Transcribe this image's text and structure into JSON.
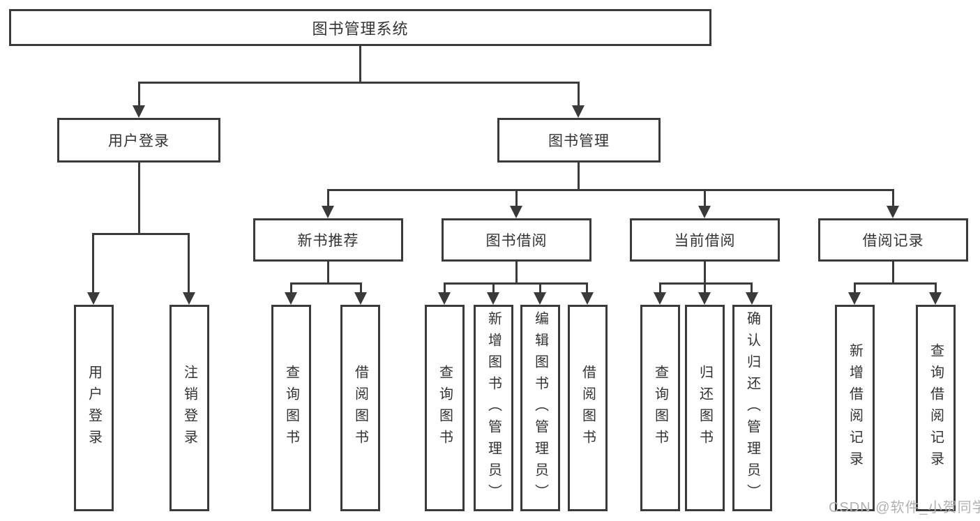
{
  "diagram": {
    "type": "hierarchy-tree",
    "root": {
      "label": "图书管理系统"
    },
    "level2": [
      {
        "id": "user-login",
        "label": "用户登录",
        "parent": "root"
      },
      {
        "id": "book-management",
        "label": "图书管理",
        "parent": "root"
      }
    ],
    "level3": [
      {
        "id": "new-book-recommend",
        "label": "新书推荐",
        "parent": "book-management"
      },
      {
        "id": "book-borrow",
        "label": "图书借阅",
        "parent": "book-management"
      },
      {
        "id": "current-borrow",
        "label": "当前借阅",
        "parent": "book-management"
      },
      {
        "id": "borrow-records",
        "label": "借阅记录",
        "parent": "book-management"
      }
    ],
    "leaves": [
      {
        "label": "用户登录",
        "parent": "user-login"
      },
      {
        "label": "注销登录",
        "parent": "user-login"
      },
      {
        "label": "查询图书",
        "parent": "new-book-recommend"
      },
      {
        "label": "借阅图书",
        "parent": "new-book-recommend"
      },
      {
        "label": "查询图书",
        "parent": "book-borrow"
      },
      {
        "label": "新增图书（管理员）",
        "parent": "book-borrow"
      },
      {
        "label": "编辑图书（管理员）",
        "parent": "book-borrow"
      },
      {
        "label": "借阅图书",
        "parent": "book-borrow"
      },
      {
        "label": "查询图书",
        "parent": "current-borrow"
      },
      {
        "label": "归还图书",
        "parent": "current-borrow"
      },
      {
        "label": "确认归还（管理员）",
        "parent": "current-borrow"
      },
      {
        "label": "新增借阅记录",
        "parent": "borrow-records"
      },
      {
        "label": "查询借阅记录",
        "parent": "borrow-records"
      }
    ]
  },
  "watermark": {
    "text": "CSDN @软件_小贺同学"
  },
  "colors": {
    "line": "#3a3a3a",
    "box_border": "#3a3a3a",
    "text": "#333333",
    "watermark": "#b2b0b0",
    "background": "#ffffff"
  }
}
